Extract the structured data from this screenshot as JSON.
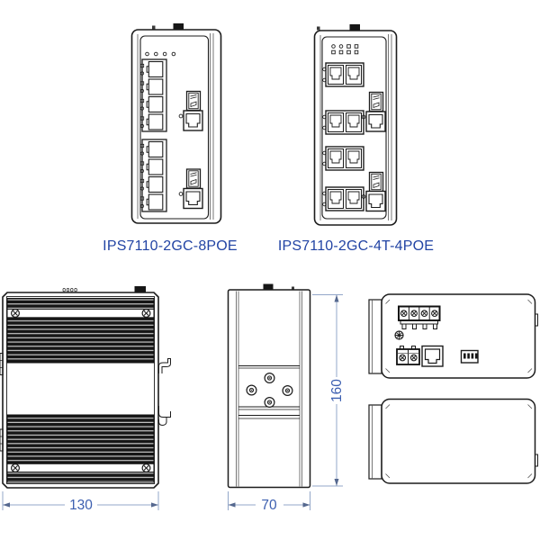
{
  "drawing": {
    "products": [
      {
        "name": "IPS7110-2GC-8POE"
      },
      {
        "name": "IPS7110-2GC-4T-4POE"
      }
    ],
    "dimensions": {
      "width": "130",
      "depth": "70",
      "height": "160"
    },
    "colors": {
      "label_text": "#2244a4",
      "dimension_text": "#3c5fb0",
      "dimension_line": "#93a7c9",
      "dimension_arrow": "#55688f",
      "line_art": "#1c1c1c",
      "heatsink": "#161616",
      "background": "#ffffff"
    }
  }
}
